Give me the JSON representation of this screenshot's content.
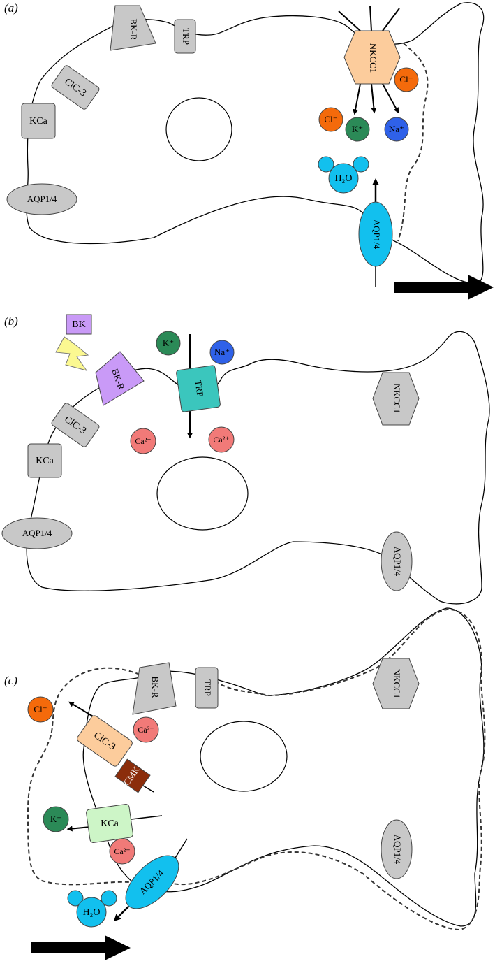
{
  "panels": {
    "a": {
      "label": "(a)",
      "transporters": {
        "bkr": "BK-R",
        "trp": "TRP",
        "clc3": "ClC-3",
        "kca": "KCa",
        "aqp_left": "AQP1/4",
        "nkcc1": "NKCC1",
        "aqp_front": "AQP1/4"
      },
      "ions": {
        "cl_top": "Cl⁻",
        "cl_left": "Cl⁻",
        "k": "K⁺",
        "na": "Na⁺",
        "water": "H₂O"
      }
    },
    "b": {
      "label": "(b)",
      "stimulus": "BK",
      "transporters": {
        "bkr": "BK-R",
        "trp": "TRP",
        "clc3": "ClC-3",
        "kca": "KCa",
        "aqp_left": "AQP1/4",
        "nkcc1": "NKCC1",
        "aqp_right": "AQP1/4"
      },
      "ions": {
        "k": "K⁺",
        "na": "Na⁺",
        "ca_left": "Ca²⁺",
        "ca_right": "Ca²⁺"
      }
    },
    "c": {
      "label": "(c)",
      "transporters": {
        "bkr": "BK-R",
        "trp": "TRP",
        "nkcc1": "NKCC1",
        "aqp_right": "AQP1/4",
        "clc3": "ClC-3",
        "cmk": "CMK",
        "kca": "KCa",
        "aqp_front": "AQP1/4"
      },
      "ions": {
        "cl": "Cl⁻",
        "ca_top": "Ca²⁺",
        "k": "K⁺",
        "ca_bottom": "Ca²⁺",
        "water": "H₂O"
      }
    }
  },
  "colors": {
    "gray": "#c8c8c8",
    "nkcc1_active": "#fccc9c",
    "aqp_active": "#12c0ee",
    "bk": "#c99af7",
    "trp_active": "#3bc6bd",
    "clc3_active": "#fccc9c",
    "cmk": "#8b2d0b",
    "kca_active": "#cdf5c7",
    "chloride": "#f46a0b",
    "potassium": "#2b8a57",
    "sodium": "#2f61e8",
    "calcium": "#f17a78",
    "water": "#12c0ee",
    "lightning": "#fbf891",
    "arrow": "#000000"
  },
  "icons": [
    "migration-arrow-icon",
    "lightning-icon",
    "water-molecule-icon"
  ]
}
